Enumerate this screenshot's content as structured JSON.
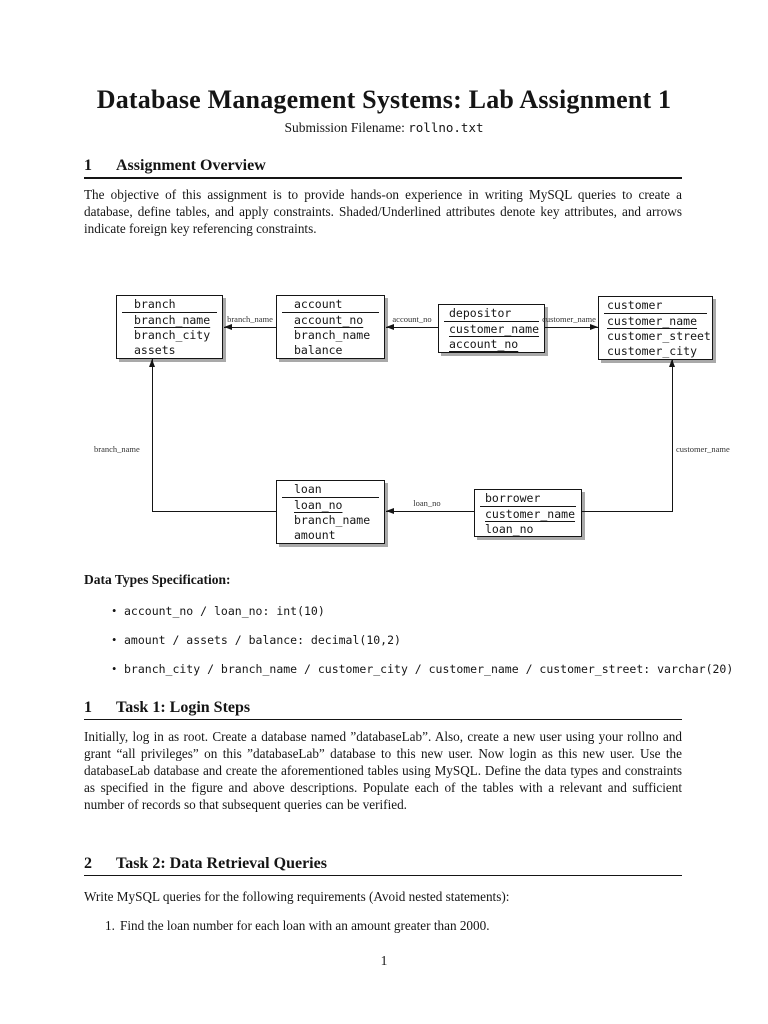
{
  "page": {
    "title": "Database Management Systems: Lab Assignment 1",
    "subtitle_label": "Submission Filename: ",
    "subtitle_filename": "rollno.txt",
    "page_number": "1"
  },
  "sections": {
    "overview": {
      "number": "1",
      "title": "Assignment Overview",
      "body": "The objective of this assignment is to provide hands-on experience in writing MySQL queries to create a database, define tables, and apply constraints. Shaded/Underlined attributes denote key attributes, and arrows indicate foreign key referencing constraints."
    },
    "task1": {
      "number": "1",
      "title": "Task 1: Login Steps",
      "body": "Initially, log in as root. Create a database named ”databaseLab”. Also, create a new user using your rollno and grant “all privileges” on this ”databaseLab” database to this new user. Now login as this new user. Use the databaseLab database and create the aforementioned tables using MySQL. Define the data types and constraints as specified in the figure and above descriptions. Populate each of the tables with a relevant and sufficient number of records so that subsequent queries can be verified."
    },
    "task2": {
      "number": "2",
      "title": "Task 2: Data Retrieval Queries",
      "body": "Write MySQL queries for the following requirements (Avoid nested statements):",
      "item_number": "1.",
      "items": [
        "Find the loan number for each loan with an amount greater than 2000."
      ]
    }
  },
  "data_types": {
    "heading": "Data Types Specification:",
    "bullet": "•",
    "items": [
      "account_no / loan_no: int(10)",
      "amount / assets / balance: decimal(10,2)",
      "branch_city / branch_name / customer_city / customer_name / customer_street: varchar(20)"
    ]
  },
  "diagram": {
    "tables": [
      {
        "name": "branch",
        "attrs": [
          {
            "t": "branch_name",
            "key": true
          },
          {
            "t": "branch_city",
            "key": false
          },
          {
            "t": "assets",
            "key": false
          }
        ]
      },
      {
        "name": "account",
        "attrs": [
          {
            "t": "account_no",
            "key": true
          },
          {
            "t": "branch_name",
            "key": false
          },
          {
            "t": "balance",
            "key": false
          }
        ]
      },
      {
        "name": "depositor",
        "attrs": [
          {
            "t": "customer_name",
            "key": true
          },
          {
            "t": "account_no",
            "key": true
          }
        ]
      },
      {
        "name": "customer",
        "attrs": [
          {
            "t": "customer_name",
            "key": true
          },
          {
            "t": "customer_street",
            "key": false
          },
          {
            "t": "customer_city",
            "key": false
          }
        ]
      },
      {
        "name": "loan",
        "attrs": [
          {
            "t": "loan_no",
            "key": true
          },
          {
            "t": "branch_name",
            "key": false
          },
          {
            "t": "amount",
            "key": false
          }
        ]
      },
      {
        "name": "borrower",
        "attrs": [
          {
            "t": "customer_name",
            "key": true
          },
          {
            "t": "loan_no",
            "key": true
          }
        ]
      }
    ],
    "edges": [
      {
        "label": "branch_name",
        "from": "account",
        "to": "branch"
      },
      {
        "label": "account_no",
        "from": "depositor",
        "to": "account"
      },
      {
        "label": "customer_name",
        "from": "depositor",
        "to": "customer"
      },
      {
        "label": "branch_name",
        "from": "loan",
        "to": "branch"
      },
      {
        "label": "customer_name",
        "from": "borrower",
        "to": "customer"
      },
      {
        "label": "loan_no",
        "from": "borrower",
        "to": "loan"
      }
    ]
  }
}
